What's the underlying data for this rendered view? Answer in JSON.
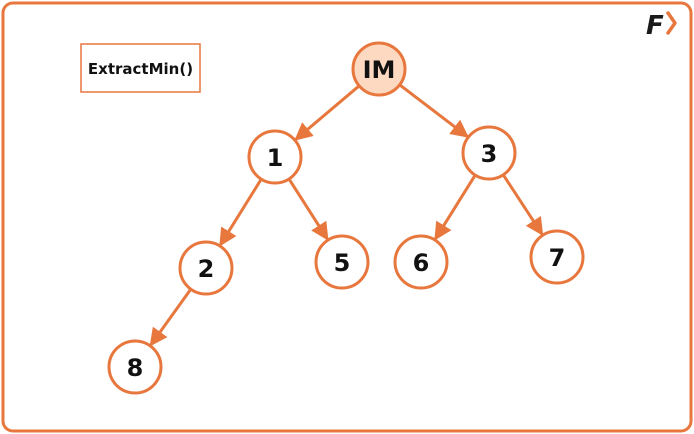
{
  "colors": {
    "accent": "#E8773D",
    "root_fill": "#FCD9C0",
    "node_fill": "#FFFFFF",
    "text": "#111111",
    "logo_dark": "#1A1A1A"
  },
  "operation_label": "ExtractMin()",
  "logo": {
    "letter": "F",
    "arrow_icon": "chevron-right-icon"
  },
  "tree": {
    "nodes": [
      {
        "id": "n-im",
        "label": "IM",
        "highlight": true
      },
      {
        "id": "n-1",
        "label": "1"
      },
      {
        "id": "n-3",
        "label": "3"
      },
      {
        "id": "n-2",
        "label": "2"
      },
      {
        "id": "n-5",
        "label": "5"
      },
      {
        "id": "n-6",
        "label": "6"
      },
      {
        "id": "n-7",
        "label": "7"
      },
      {
        "id": "n-8",
        "label": "8"
      }
    ],
    "edges": [
      {
        "from": "n-im",
        "to": "n-1"
      },
      {
        "from": "n-im",
        "to": "n-3"
      },
      {
        "from": "n-1",
        "to": "n-2"
      },
      {
        "from": "n-1",
        "to": "n-5"
      },
      {
        "from": "n-3",
        "to": "n-6"
      },
      {
        "from": "n-3",
        "to": "n-7"
      },
      {
        "from": "n-2",
        "to": "n-8"
      }
    ]
  }
}
